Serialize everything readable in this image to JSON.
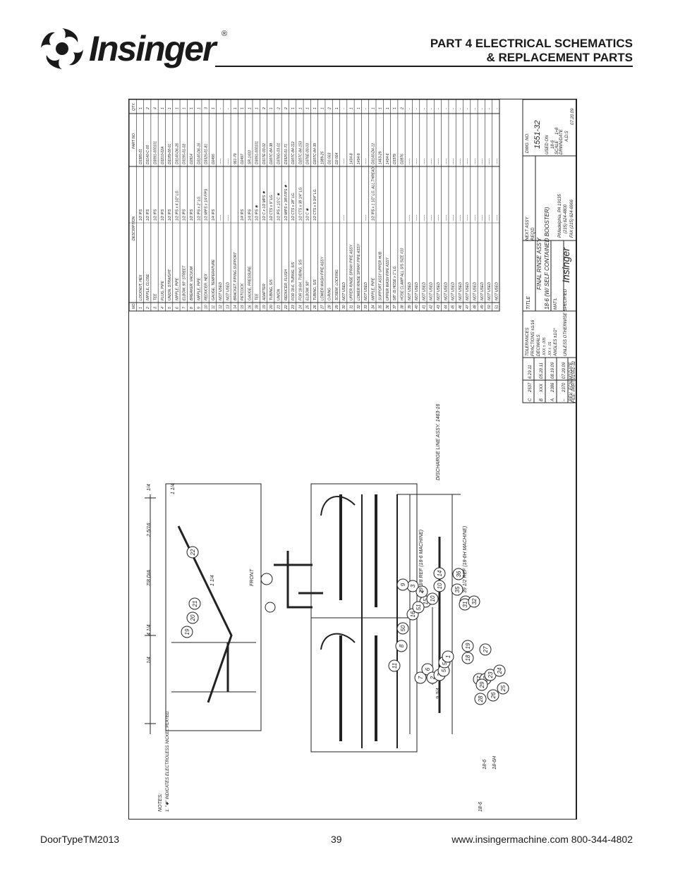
{
  "header": {
    "brand": "Insinger",
    "registered": "®",
    "title_line1": "PART 4   ELECTRICAL SCHEMATICS",
    "title_line2": "& REPLACEMENT PARTS"
  },
  "drawing": {
    "notes_title": "NOTES:",
    "note_1": "1. \"✱\" INDICATES ELECTROLESS NICKEL PLATED.",
    "dims": {
      "d_1_4_top": "1/4",
      "d_4_1_4": "4 1/4",
      "d_7_8_dia": "7/8 DIA",
      "d_2_5_16": "2 5/16",
      "d_1_4_right": "1/4",
      "d_1_1_4": "1 1/4",
      "d_1_1_4b": "1 1/4",
      "front": "FRONT",
      "d_9_3_4": "9 3/4",
      "d_29_3_8": "29 3/8 REF (18-6 MACHINE)",
      "d_39_1_2": "39 1/2 REF (18-6H MACHINE)",
      "discharge": "DISCHARGE LINE ASSY. 1463-16",
      "m18_6": "18-6",
      "m18_6b": "18-6",
      "m18_6h": "18-6H"
    },
    "balloons_left": [
      "19",
      "20",
      "21",
      "22"
    ],
    "balloons_main": [
      "11",
      "8",
      "50",
      "16",
      "15",
      "10",
      "3",
      "9",
      "51",
      "4",
      "10",
      "14",
      "7",
      "6",
      "2",
      "3",
      "5",
      "54",
      "1",
      "18",
      "19",
      "37",
      "38",
      "23",
      "24",
      "36",
      "35",
      "28",
      "31",
      "32",
      "27",
      "29",
      "28",
      "26",
      "25"
    ],
    "parts_header": {
      "no": "NO.",
      "description": "DESCRIPTION",
      "part_no": "PART NO.",
      "qty": "QTY."
    },
    "parts": [
      {
        "no": "1",
        "item": "LOCKNUT, HEX",
        "size": "1/2 IPS",
        "part": "D3385-01",
        "qty": "1"
      },
      {
        "no": "2",
        "item": "NIPPLE, CLOSE",
        "size": "1/2 IPS",
        "part": "D3140-C-00",
        "qty": "2"
      },
      {
        "no": "3",
        "item": "TEE",
        "size": "1/2 IPS",
        "part": "D3091-000101",
        "qty": "4"
      },
      {
        "no": "4",
        "item": "PLUG, PIPE",
        "size": "1/2 IPS",
        "part": "D3210-02A",
        "qty": "1"
      },
      {
        "no": "5",
        "item": "UNION, STRAIGHT",
        "size": "1/2 IPS",
        "part": "D3189-00-01",
        "qty": "1"
      },
      {
        "no": "6",
        "item": "NIPPLE, PIPE",
        "size": "1/2 IPS x 4 1/2\" LG.",
        "part": "D3140-D6-26",
        "qty": "1"
      },
      {
        "no": "7",
        "item": "ELBOW, 90° STREET",
        "size": "1/2 IPS",
        "part": "D3195-01-02",
        "qty": "1"
      },
      {
        "no": "8",
        "item": "BREAKER, VACUUM",
        "size": "1/2 IPS",
        "part": "D2914",
        "qty": "1"
      },
      {
        "no": "9",
        "item": "NIPPLE, PIPE",
        "size": "1/2 IPS x 2\" LG.",
        "part": "D3140-D6-16",
        "qty": "1"
      },
      {
        "no": "10",
        "item": "REDUCER, HEX",
        "size": "1/2 MIPS x 1/4 FIPS",
        "part": "D3325-01-81",
        "qty": "3"
      },
      {
        "no": "11",
        "item": "GAUGE, TEMPERATURE",
        "size": "1/4 IPS",
        "part": "D2495",
        "qty": "1"
      },
      {
        "no": "12",
        "item": "NOT USED",
        "size": "-----",
        "part": "-----",
        "qty": "-"
      },
      {
        "no": "13",
        "item": "NOT USED",
        "size": "-----",
        "part": "-----",
        "qty": "-"
      },
      {
        "no": "14",
        "item": "BRACKET, PIPING SUPPORT",
        "size": "",
        "part": "951-79",
        "qty": "1"
      },
      {
        "no": "15",
        "item": "PETCOCK",
        "size": "1/4 IPS",
        "part": "D2497",
        "qty": "1"
      },
      {
        "no": "16",
        "item": "GAUGE, PRESSURE",
        "size": "1/4 IPS",
        "part": "SR-1433",
        "qty": "1"
      },
      {
        "no": "18",
        "item": "TEE",
        "size": "1/2 IPS ✱",
        "part": "D3091-000101",
        "qty": "1"
      },
      {
        "no": "19",
        "item": "ADAPTER",
        "size": "1/2 C x 1/2 MPS ✱",
        "part": "D317E-03-02",
        "qty": "2"
      },
      {
        "no": "20",
        "item": "TUBING, S/S",
        "size": "1/2 CTS x 9\" LG.",
        "part": "D207C-84-38",
        "qty": "1"
      },
      {
        "no": "21",
        "item": "UNION",
        "size": "1/2 IPS x 1/2 C ✱",
        "part": "D376G-03-01",
        "qty": "2"
      },
      {
        "no": "22",
        "item": "REDUCER, FLUSH",
        "size": "1/2 MIPS x 3/8 FIPS ✱",
        "part": "D3325-01-71",
        "qty": "2"
      },
      {
        "no": "23",
        "item": "FOR 18-6, TUBING, S/S",
        "size": "1/2 CTS x 28\" LG.",
        "part": "D207C-84-112",
        "qty": "1"
      },
      {
        "no": "24",
        "item": "FOR 18-6H, TUBING, S/S",
        "size": "1/2 CTS x 38 1/4\" LG.",
        "part": "D207C-84-153",
        "qty": "1"
      },
      {
        "no": "25",
        "item": "ELBOW, 90°",
        "size": "1/2 C ✱",
        "part": "D376E-03-03",
        "qty": "1"
      },
      {
        "no": "26",
        "item": "TUBING, S/S",
        "size": "1/2 CTS x 9 3/4\" LG.",
        "part": "D207C-84-39",
        "qty": "1"
      },
      {
        "no": "27",
        "item": "LOWER WASH PIPE ASSY",
        "size": "",
        "part": "1089-25",
        "qty": "1"
      },
      {
        "no": "28",
        "item": "O-RING",
        "size": "",
        "part": "D2-563",
        "qty": "2"
      },
      {
        "no": "29",
        "item": "SCREW, LOCKING",
        "size": "",
        "part": "D2-564",
        "qty": "1"
      },
      {
        "no": "30",
        "item": "NOT USED",
        "size": "-----",
        "part": "-----",
        "qty": "-"
      },
      {
        "no": "31",
        "item": "UPPER RINSE SPRAY PIPE ASSY",
        "size": "",
        "part": "1434-8",
        "qty": "1"
      },
      {
        "no": "32",
        "item": "LOWER RINSE SPRAY PIPE ASSY",
        "size": "",
        "part": "1434-9",
        "qty": "1"
      },
      {
        "no": "33",
        "item": "NOT USED",
        "size": "-----",
        "part": "-----",
        "qty": "-"
      },
      {
        "no": "34",
        "item": "NIPPLE, PIPE",
        "size": "1/2 IPS x 1 1/2\" LG. ALL THREAD",
        "part": "D3140-D4-12",
        "qty": "1"
      },
      {
        "no": "35",
        "item": "SUPPORT ASSY UPPER HUB",
        "size": "",
        "part": "1463-29",
        "qty": "1"
      },
      {
        "no": "36",
        "item": "UPPER WASH PIPE ASSY",
        "size": "",
        "part": "1434-6",
        "qty": "1"
      },
      {
        "no": "37",
        "item": "5/8\" ID HOSE x 1\" LG.",
        "size": "",
        "part": "D3379",
        "qty": "1"
      },
      {
        "no": "38",
        "item": "HOSE CLAMP ALL S/S SIZE #10",
        "size": "",
        "part": "D2876",
        "qty": "2"
      },
      {
        "no": "39",
        "item": "NOT USED",
        "size": "-----",
        "part": "-----",
        "qty": "-"
      },
      {
        "no": "40",
        "item": "NOT USED",
        "size": "-----",
        "part": "-----",
        "qty": "-"
      },
      {
        "no": "41",
        "item": "NOT USED",
        "size": "-----",
        "part": "-----",
        "qty": "-"
      },
      {
        "no": "42",
        "item": "NOT USED",
        "size": "-----",
        "part": "-----",
        "qty": "-"
      },
      {
        "no": "43",
        "item": "NOT USED",
        "size": "-----",
        "part": "-----",
        "qty": "-"
      },
      {
        "no": "44",
        "item": "NOT USED",
        "size": "-----",
        "part": "-----",
        "qty": "-"
      },
      {
        "no": "45",
        "item": "NOT USED",
        "size": "-----",
        "part": "-----",
        "qty": "-"
      },
      {
        "no": "46",
        "item": "NOT USED",
        "size": "-----",
        "part": "-----",
        "qty": "-"
      },
      {
        "no": "47",
        "item": "NOT USED",
        "size": "-----",
        "part": "-----",
        "qty": "-"
      },
      {
        "no": "48",
        "item": "NOT USED",
        "size": "-----",
        "part": "-----",
        "qty": "-"
      },
      {
        "no": "49",
        "item": "NOT USED",
        "size": "-----",
        "part": "-----",
        "qty": "-"
      },
      {
        "no": "50",
        "item": "NOT USED",
        "size": "-----",
        "part": "-----",
        "qty": "-"
      },
      {
        "no": "51",
        "item": "NOT USED",
        "size": "-----",
        "part": "-----",
        "qty": "-"
      }
    ],
    "revisions": [
      {
        "rev": "C",
        "ecn": "2537",
        "date": "6.29.11"
      },
      {
        "rev": "B",
        "ecn": "XXX",
        "date": "05.20.11"
      },
      {
        "rev": "A",
        "ecn": "2386",
        "date": "08.19.09"
      },
      {
        "rev": "–",
        "ecn": "2370",
        "date": "07.20.09"
      }
    ],
    "rev_header": {
      "rev": "REV.",
      "ecn": "ECN NO.",
      "date": "DATE"
    },
    "file": "FILE: PARTS\\1551-32",
    "tolerances": {
      "title": "TOLERANCES",
      "fractions": "FRACTIONS ±1/16",
      "decimals": "DECIMALS",
      "xx": ".XX ± .01",
      "xxx": ".XXX ± .005",
      "angles": "ANGLES ±1/2°",
      "unless": "UNLESS OTHERWISE SPECIFIED"
    },
    "title_block": {
      "title_label": "TITLE",
      "title_1": "FINAL RINSE ASS'Y",
      "title_2": "18-6 (W/ SELF CONTAINED BOOSTER)",
      "matl_label": "MAT'L",
      "next_assy": "NEXT ASSY",
      "reqd": "REQ'D",
      "dwg_no_label": "DWG. NO.",
      "dwg_no": "1551-32",
      "used_on": "USED ON",
      "used_on_val": "18-6",
      "scale_label": "SCALE",
      "scale_val": "1=8",
      "drwn_label": "DRWN/DATE",
      "drwn_by": "A.D.S",
      "drwn_date": "07.20.09",
      "company": "Insinger",
      "city": "Philadelphia, PA 19135",
      "phone": "(215) 624-4800",
      "fax": "FAX (215) 624-6966"
    }
  },
  "footer": {
    "doc": "DoorTypeTM2013",
    "page": "39",
    "web": "www.insingermachine.com     800-344-4802"
  }
}
